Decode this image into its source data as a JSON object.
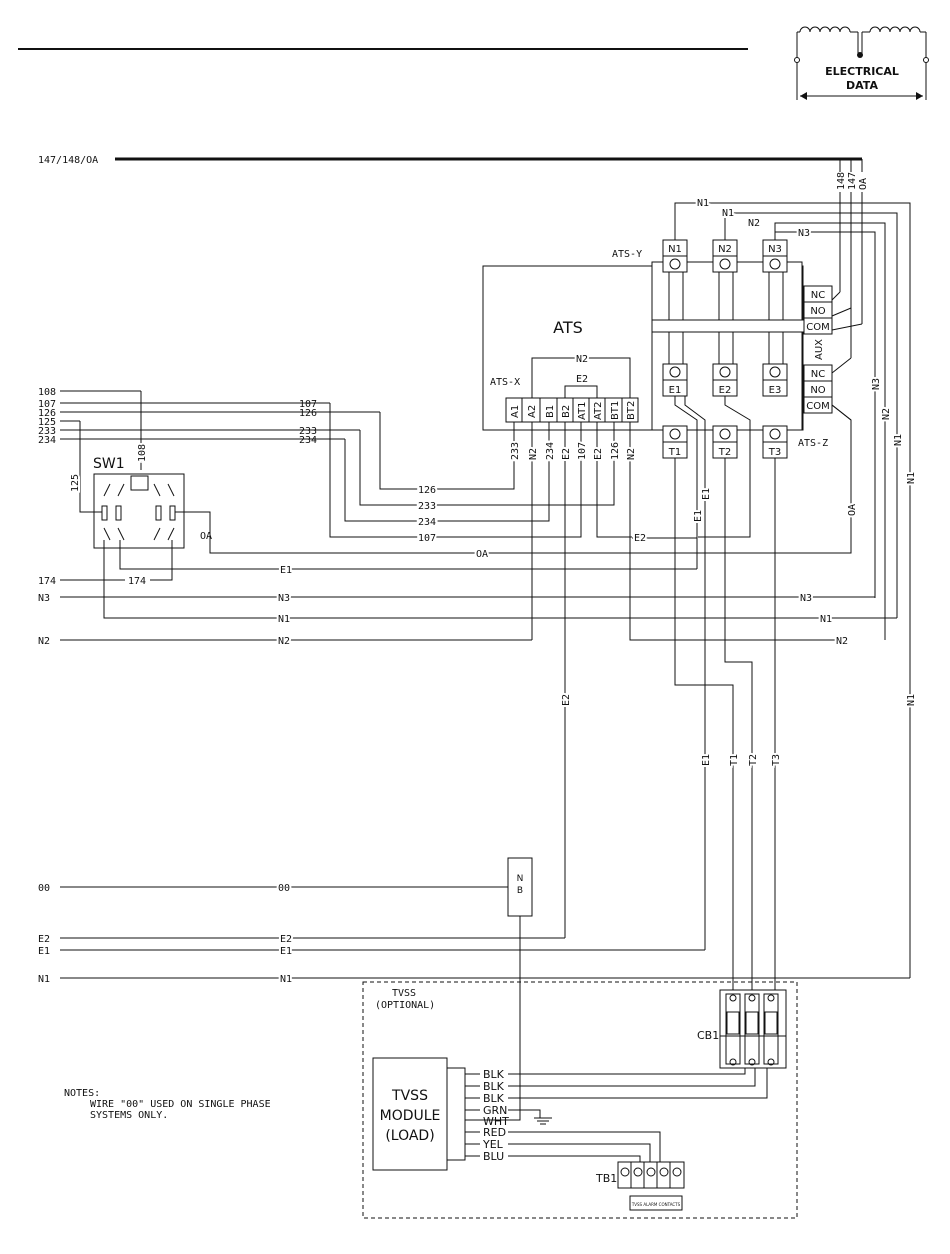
{
  "header": {
    "badge": {
      "line1": "ELECTRICAL",
      "line2": "DATA"
    }
  },
  "wire_labels": {
    "bus": "147/148/OA",
    "w148": "148",
    "w147": "147",
    "wOA": "OA",
    "n1": "N1",
    "n2": "N2",
    "n3": "N3",
    "e1": "E1",
    "e2": "E2",
    "t1": "T1",
    "t2": "T2",
    "t3": "T3",
    "w107": "107",
    "w108": "108",
    "w125": "125",
    "w126": "126",
    "w233": "233",
    "w234": "234",
    "w174": "174",
    "w00": "00"
  },
  "ats": {
    "title": "ATS",
    "ats_x": "ATS-X",
    "ats_y": "ATS-Y",
    "ats_z": "ATS-Z",
    "aux": "AUX",
    "nc": "NC",
    "no": "NO",
    "com": "COM",
    "x_terminals": [
      "A1",
      "A2",
      "B1",
      "B2",
      "AT1",
      "AT2",
      "BT1",
      "BT2"
    ],
    "x_wires": [
      "233",
      "N2",
      "234",
      "E2",
      "107",
      "E2",
      "126",
      "N2"
    ],
    "y_terminals": [
      "N1",
      "N2",
      "N3"
    ],
    "e_terminals": [
      "E1",
      "E2",
      "E3"
    ],
    "z_terminals": [
      "T1",
      "T2",
      "T3"
    ]
  },
  "switch": {
    "label": "SW1"
  },
  "neutral_block": {
    "n": "N",
    "b": "B"
  },
  "tvss": {
    "title": "TVSS",
    "subtitle": "(OPTIONAL)",
    "module_line1": "TVSS",
    "module_line2": "MODULE",
    "module_line3": "(LOAD)",
    "leads": [
      "BLK",
      "BLK",
      "BLK",
      "GRN",
      "WHT",
      "RED",
      "YEL",
      "BLU"
    ],
    "breaker": "CB1",
    "terminal_block": "TB1",
    "alarm_label": "TVSS ALARM CONTACTS"
  },
  "notes": {
    "heading": "NOTES:",
    "line1": "WIRE \"00\" USED ON SINGLE PHASE",
    "line2": "SYSTEMS ONLY."
  }
}
